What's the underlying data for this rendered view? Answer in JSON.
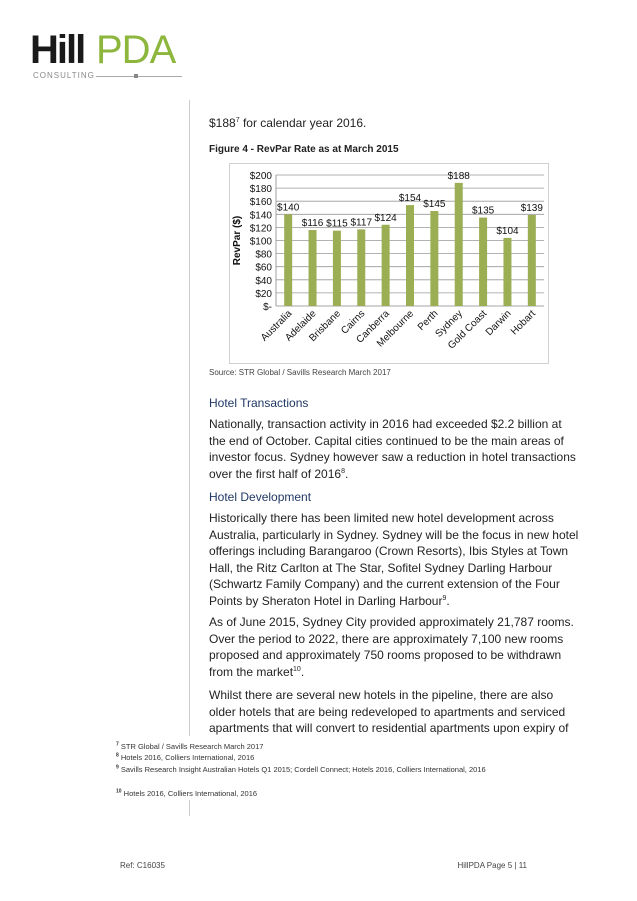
{
  "logo": {
    "main": "Hill",
    "accent": "PDA",
    "sub": "CONSULTING"
  },
  "intro": {
    "text": "$188",
    "sup": "7",
    "rest": " for calendar year 2016."
  },
  "figure": {
    "title": "Figure 4 - RevPar Rate as at March 2015",
    "source": "Source: STR Global / Savills Research March 2017"
  },
  "chart_data": {
    "type": "bar",
    "title": "Figure 4 - RevPar Rate as at March 2015",
    "xlabel": "",
    "ylabel": "RevPar ($)",
    "ylim": [
      0,
      200
    ],
    "yticks": [
      "$-",
      "$20",
      "$40",
      "$60",
      "$80",
      "$100",
      "$120",
      "$140",
      "$160",
      "$180",
      "$200"
    ],
    "categories": [
      "Australia",
      "Adelaide",
      "Brisbane",
      "Cairns",
      "Canberra",
      "Melbourne",
      "Perth",
      "Sydney",
      "Gold Coast",
      "Darwin",
      "Hobart"
    ],
    "values": [
      140,
      116,
      115,
      117,
      124,
      154,
      145,
      188,
      135,
      104,
      139
    ],
    "labels": [
      "$140",
      "$116",
      "$115",
      "$117",
      "$124",
      "$154",
      "$145",
      "$188",
      "$135",
      "$104",
      "$139"
    ],
    "grid": true,
    "bar_color": "#9bae53"
  },
  "sections": [
    {
      "heading": "Hotel Transactions",
      "paragraphs": [
        {
          "lines": [
            "Nationally, transaction activity in 2016 had exceeded $2.2 billion at",
            "the end of October. Capital cities continued to be the main areas of",
            "investor focus. Sydney however saw a reduction in hotel transactions",
            "over the first half of 2016"
          ],
          "sup": "8",
          "end": "."
        }
      ]
    },
    {
      "heading": "Hotel Development",
      "paragraphs": [
        {
          "lines": [
            "Historically there has been limited new hotel development across",
            "Australia, particularly in Sydney. Sydney will be the focus in new hotel",
            "offerings including Barangaroo (Crown Resorts), Ibis Styles at Town",
            "Hall, the Ritz Carlton at The Star, Sofitel Sydney Darling Harbour",
            "(Schwartz Family Company) and the current extension of the Four",
            "Points by Sheraton Hotel in Darling Harbour"
          ],
          "sup": "9",
          "end": "."
        },
        {
          "lines": [
            " As of June 2015, Sydney City provided approximately 21,787 rooms.",
            "Over the period to 2022, there are approximately 7,100 new rooms",
            "proposed and approximately 750 rooms proposed to be withdrawn",
            "from the market"
          ],
          "sup": "10",
          "end": "."
        },
        {
          "lines": [
            "Whilst there are several new hotels in the pipeline, there are also",
            "older hotels that are being redeveloped to apartments and serviced",
            "apartments that will convert to residential apartments upon expiry of"
          ],
          "sup": "",
          "end": ""
        }
      ]
    }
  ],
  "footnotes": [
    {
      "num": "7",
      "text": "STR Global / Savills Research March 2017"
    },
    {
      "num": "8",
      "text": "Hotels 2016, Colliers International, 2016"
    },
    {
      "num": "9",
      "text": "Savills Research Insight Australian Hotels Q1 2015; Cordell Connect; Hotels 2016, Colliers International, 2016"
    },
    {
      "num": "10",
      "text": "Hotels 2016, Colliers International, 2016"
    }
  ],
  "footer": {
    "ref": "Ref:   C16035",
    "page": "HillPDA Page 5 | 11"
  }
}
